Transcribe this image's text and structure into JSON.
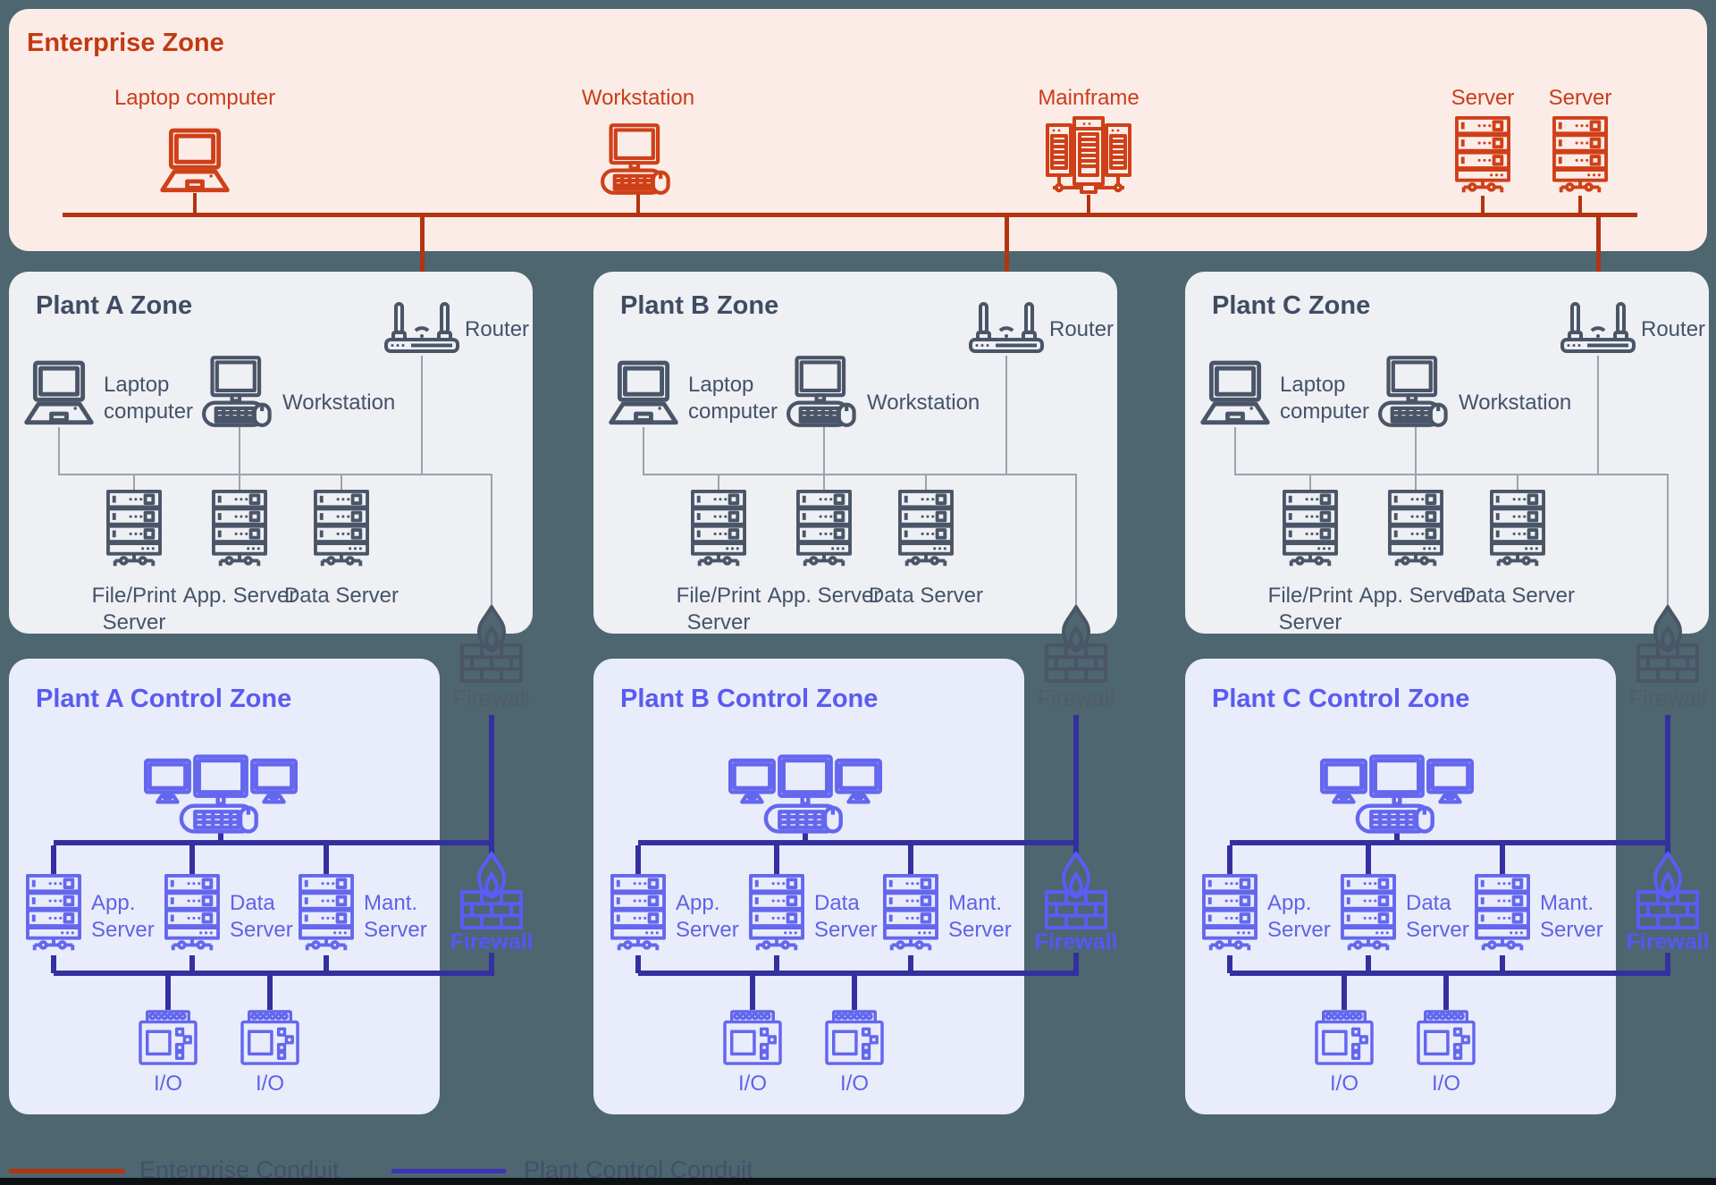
{
  "colors": {
    "page_background": "#4d6670",
    "enterprise_zone_bg": "#fcece7",
    "plant_zone_bg": "#eef0f3",
    "control_zone_bg": "#e9ecfb",
    "enterprise_conduit": "#b23411",
    "enterprise_accent": "#cf4018",
    "plant_accent": "#4a5568",
    "control_accent": "#6467ee",
    "plant_control_conduit": "#35309f"
  },
  "enterprise_zone": {
    "title": "Enterprise Zone",
    "devices": [
      {
        "label": "Laptop computer",
        "icon": "laptop-icon"
      },
      {
        "label": "Workstation",
        "icon": "workstation-icon"
      },
      {
        "label": "Mainframe",
        "icon": "mainframe-icon"
      },
      {
        "label": "Server",
        "icon": "server-icon"
      },
      {
        "label": "Server",
        "icon": "server-icon"
      }
    ]
  },
  "plant_zones": [
    {
      "title": "Plant A Zone",
      "router_label": "Router",
      "laptop_label": "Laptop computer",
      "workstation_label": "Workstation",
      "servers": [
        "File/Print Server",
        "App. Server",
        "Data Server"
      ],
      "firewall_label": "Firewall"
    },
    {
      "title": "Plant B Zone",
      "router_label": "Router",
      "laptop_label": "Laptop computer",
      "workstation_label": "Workstation",
      "servers": [
        "File/Print Server",
        "App. Server",
        "Data Server"
      ],
      "firewall_label": "Firewall"
    },
    {
      "title": "Plant C Zone",
      "router_label": "Router",
      "laptop_label": "Laptop computer",
      "workstation_label": "Workstation",
      "servers": [
        "File/Print Server",
        "App. Server",
        "Data Server"
      ],
      "firewall_label": "Firewall"
    }
  ],
  "control_zones": [
    {
      "title": "Plant A Control Zone",
      "servers": [
        "App. Server",
        "Data Server",
        "Mant. Server"
      ],
      "io": [
        "I/O",
        "I/O"
      ],
      "firewall_label": "Firewall"
    },
    {
      "title": "Plant B Control Zone",
      "servers": [
        "App. Server",
        "Data Server",
        "Mant. Server"
      ],
      "io": [
        "I/O",
        "I/O"
      ],
      "firewall_label": "Firewall"
    },
    {
      "title": "Plant C Control Zone",
      "servers": [
        "App. Server",
        "Data Server",
        "Mant. Server"
      ],
      "io": [
        "I/O",
        "I/O"
      ],
      "firewall_label": "Firewall"
    }
  ],
  "legend": {
    "enterprise": "Enterprise Conduit",
    "plant_control": "Plant Control Conduit"
  }
}
